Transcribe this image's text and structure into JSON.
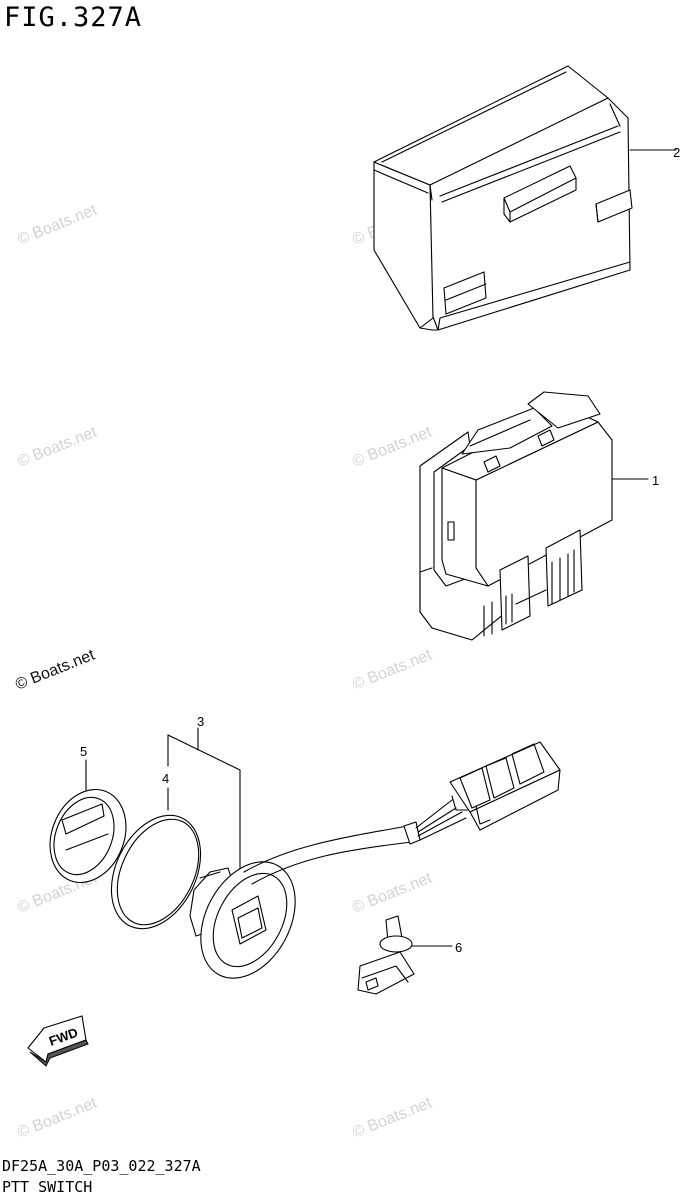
{
  "figure": {
    "title": "FIG.327A",
    "code": "DF25A_30A_P03_022_327A",
    "name": "PTT SWITCH"
  },
  "watermark": {
    "text": "© Boats.net"
  },
  "callouts": [
    {
      "number": "2"
    },
    {
      "number": "1"
    },
    {
      "number": "3"
    },
    {
      "number": "4"
    },
    {
      "number": "5"
    },
    {
      "number": "6"
    }
  ],
  "direction_arrow": {
    "label": "FWD"
  }
}
